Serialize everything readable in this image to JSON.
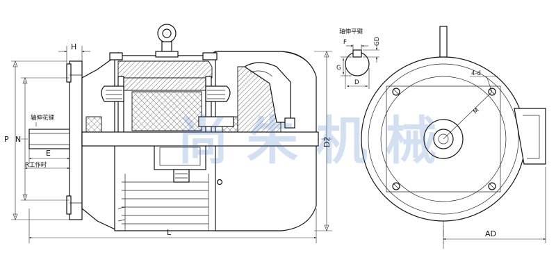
{
  "dimension_labels": {
    "H": "H",
    "P": "P",
    "N": "N",
    "E": "E",
    "R": "R工作时",
    "D2": "D2",
    "L": "L",
    "F": "F",
    "GD": "GD",
    "G": "G",
    "D": "D",
    "AD": "AD",
    "holes": "4-d",
    "M": "M"
  },
  "notes": {
    "spline_shaft": "轴伸花键",
    "flat_key_shaft": "轴伸平键"
  },
  "watermark": {
    "text": "尚 朱 机 械",
    "color": "#3a78c6"
  },
  "colors": {
    "line": "#111111",
    "watermark": "#3a78c6"
  }
}
